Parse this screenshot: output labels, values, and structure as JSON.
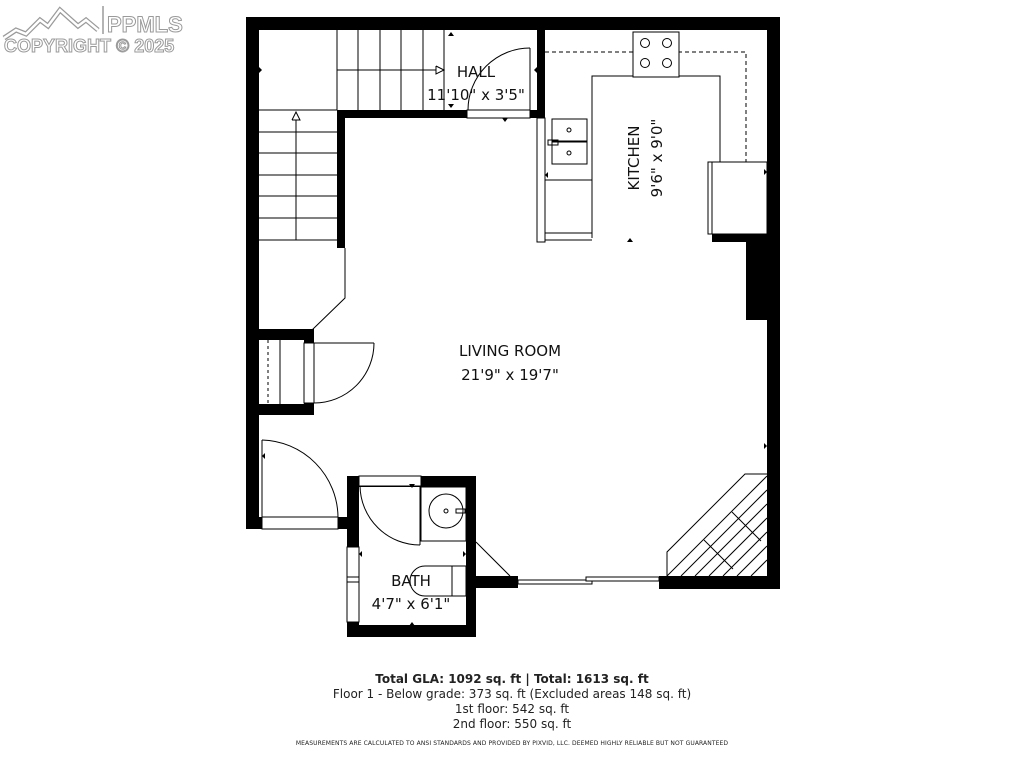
{
  "watermark": {
    "brand": "PPMLS",
    "copyright": "COPYRIGHT © 2025"
  },
  "rooms": {
    "hall": {
      "name": "HALL",
      "dims": "11'10\" x 3'5\""
    },
    "kitchen": {
      "name": "KITCHEN",
      "dims": "9'6\" x 9'0\""
    },
    "living_room": {
      "name": "LIVING ROOM",
      "dims": "21'9\" x 19'7\""
    },
    "bath": {
      "name": "BATH",
      "dims": "4'7\" x 6'1\""
    }
  },
  "footer": {
    "total": "Total GLA: 1092 sq. ft | Total: 1613 sq. ft",
    "below_grade": "Floor 1 - Below grade: 373 sq. ft (Excluded areas 148 sq. ft)",
    "first_floor": "1st floor: 542 sq. ft",
    "second_floor": "2nd floor: 550 sq. ft",
    "disclaimer": "MEASUREMENTS ARE CALCULATED TO ANSI STANDARDS AND PROVIDED BY PIXVID, LLC. DEEMED HIGHLY RELIABLE BUT NOT GUARANTEED"
  }
}
